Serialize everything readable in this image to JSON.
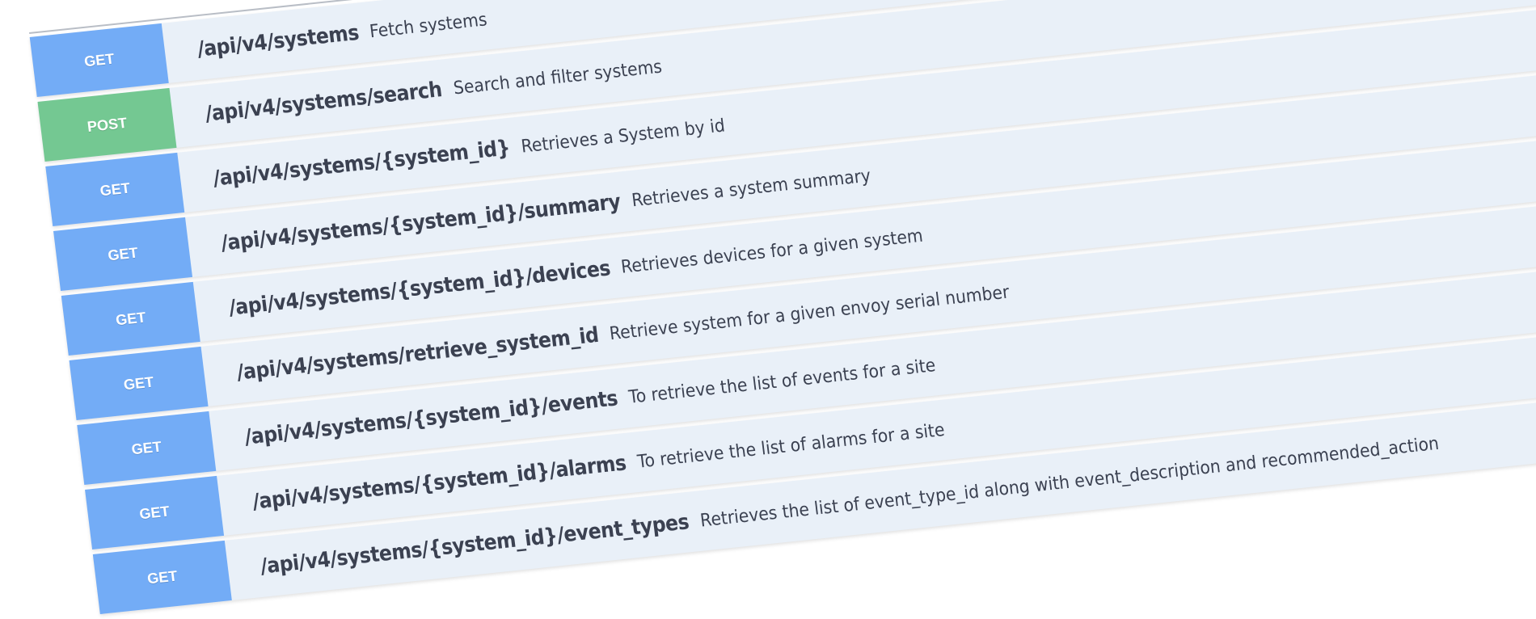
{
  "colors": {
    "get": "#73acf6",
    "post": "#74c892",
    "row_bg": "#e9f0f8"
  },
  "operations": [
    {
      "method": "GET",
      "path": "/api/v4/systems",
      "description": "Fetch systems"
    },
    {
      "method": "POST",
      "path": "/api/v4/systems/search",
      "description": "Search and filter systems"
    },
    {
      "method": "GET",
      "path": "/api/v4/systems/{system_id}",
      "description": "Retrieves a System by id"
    },
    {
      "method": "GET",
      "path": "/api/v4/systems/{system_id}/summary",
      "description": "Retrieves a system summary"
    },
    {
      "method": "GET",
      "path": "/api/v4/systems/{system_id}/devices",
      "description": "Retrieves devices for a given system"
    },
    {
      "method": "GET",
      "path": "/api/v4/systems/retrieve_system_id",
      "description": "Retrieve system for a given envoy serial number"
    },
    {
      "method": "GET",
      "path": "/api/v4/systems/{system_id}/events",
      "description": "To retrieve the list of events for a site"
    },
    {
      "method": "GET",
      "path": "/api/v4/systems/{system_id}/alarms",
      "description": "To retrieve the list of alarms for a site"
    },
    {
      "method": "GET",
      "path": "/api/v4/systems/{system_id}/event_types",
      "description": "Retrieves the list of event_type_id along with event_description and recommended_action"
    }
  ]
}
